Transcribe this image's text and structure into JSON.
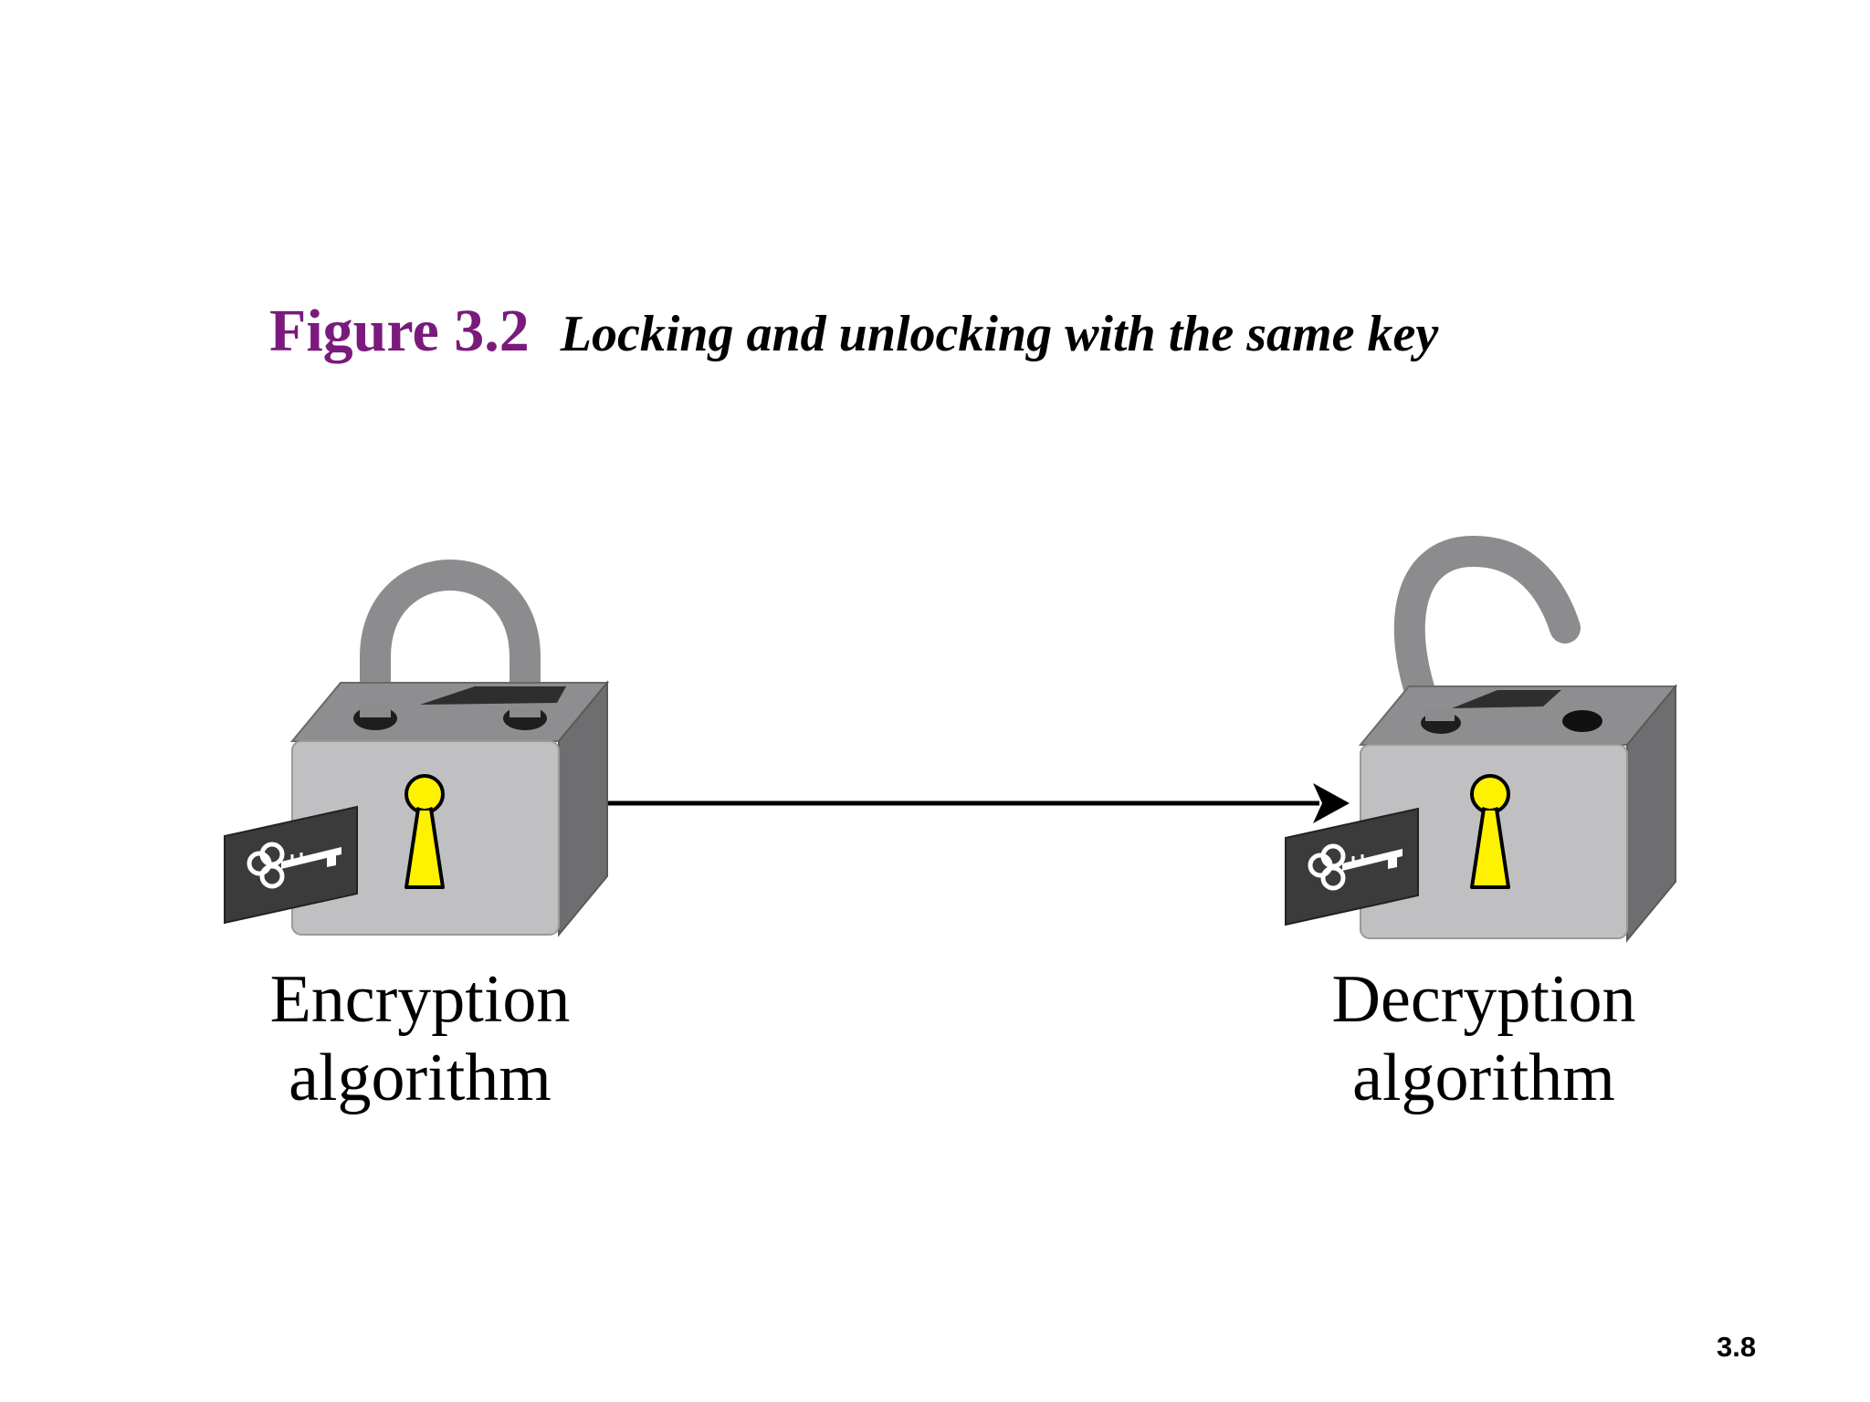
{
  "caption": {
    "number": "Figure 3.2",
    "title": "Locking and unlocking with the same key"
  },
  "nodes": {
    "encryption": {
      "line1": "Encryption",
      "line2": "algorithm",
      "lock_state": "locked"
    },
    "decryption": {
      "line1": "Decryption",
      "line2": "algorithm",
      "lock_state": "unlocked"
    }
  },
  "edges": [
    {
      "from": "encryption",
      "to": "decryption",
      "style": "arrow"
    }
  ],
  "icons": {
    "lock_left": "closed-padlock-icon",
    "lock_right": "open-padlock-icon",
    "key_left": "key-card-icon",
    "key_right": "key-card-icon"
  },
  "colors": {
    "figure_number": "#7a1a7c",
    "keyhole": "#fff200",
    "lock_front": "#c0c0c2",
    "lock_side": "#6e6e70",
    "shackle": "#8c8c8e"
  },
  "page_number": "3.8"
}
